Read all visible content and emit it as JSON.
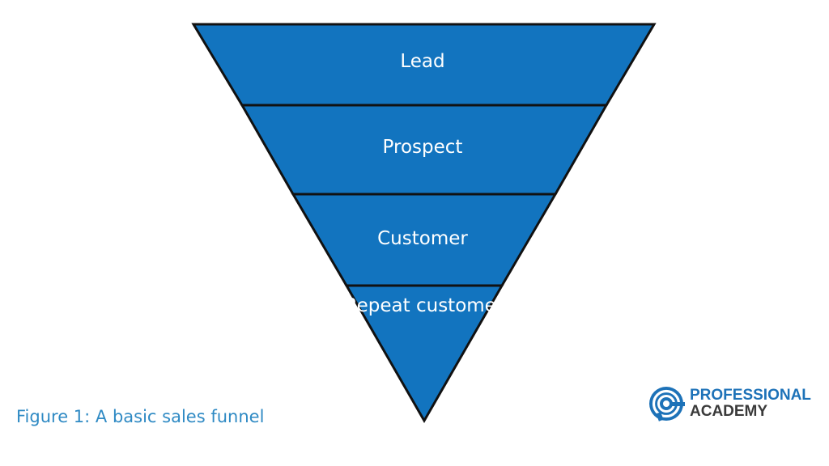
{
  "diagram": {
    "type": "funnel",
    "fill_color": "#1274bf",
    "stroke_color": "#111111",
    "stages": [
      {
        "label": "Lead"
      },
      {
        "label": "Prospect"
      },
      {
        "label": "Customer"
      },
      {
        "label": "Repeat customer"
      }
    ]
  },
  "caption": "Figure 1: A basic sales funnel",
  "caption_color": "#2f8ac4",
  "logo": {
    "line1": "PROFESSIONAL",
    "line2": "ACADEMY",
    "icon": "concentric-circle-logo-icon",
    "brand_color": "#1d72b8"
  }
}
